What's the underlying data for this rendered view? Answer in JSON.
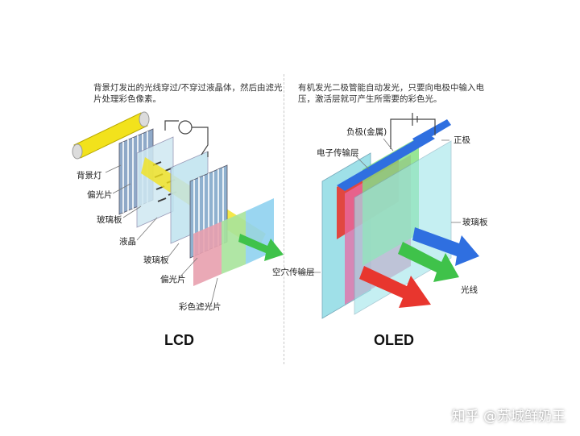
{
  "lcd": {
    "description": "背景灯发出的光线穿过/不穿过液晶体，然后由滤光片处理彩色像素。",
    "labels": {
      "backlight": "背景灯",
      "polarizer1": "偏光片",
      "glass1": "玻璃板",
      "liquid_crystal": "液晶",
      "glass2": "玻璃板",
      "polarizer2": "偏光片",
      "color_filter": "彩色滤光片"
    },
    "title": "LCD"
  },
  "oled": {
    "description": "有机发光二极管能自动发光，只要向电极中输入电压，激活层就可产生所需要的彩色光。",
    "labels": {
      "cathode": "负极(金属)",
      "electron_layer": "电子传输层",
      "anode": "正极",
      "glass": "玻璃板",
      "hole_layer": "空穴传输层",
      "light": "光线"
    },
    "title": "OLED"
  },
  "watermark": "知乎 @苏城鲜奶王",
  "colors": {
    "red": "#e8362e",
    "green": "#3fc24a",
    "blue": "#2f6fe0",
    "cyan": "#6fd6e8",
    "yellow": "#f2e21c"
  }
}
